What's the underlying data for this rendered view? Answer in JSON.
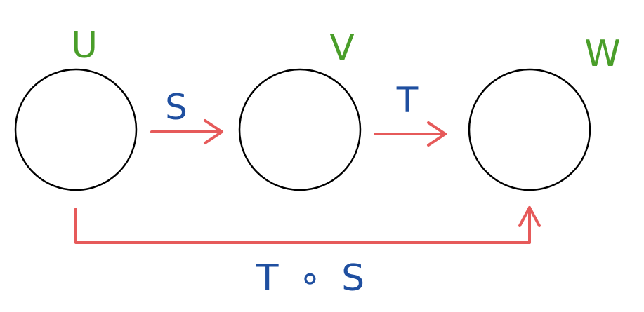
{
  "diagram": {
    "spaces": [
      {
        "id": "U",
        "label": "U"
      },
      {
        "id": "V",
        "label": "V"
      },
      {
        "id": "W",
        "label": "W"
      }
    ],
    "maps": [
      {
        "id": "S",
        "label": "S",
        "from": "U",
        "to": "V"
      },
      {
        "id": "T",
        "label": "T",
        "from": "V",
        "to": "W"
      },
      {
        "id": "TS",
        "label": "T ∘ S",
        "from": "U",
        "to": "W"
      }
    ]
  },
  "colors": {
    "space_label": "#4a9e2a",
    "map_label": "#1f4fa0",
    "arrow": "#e65a5a",
    "node_stroke": "#000000",
    "background": "#ffffff"
  }
}
